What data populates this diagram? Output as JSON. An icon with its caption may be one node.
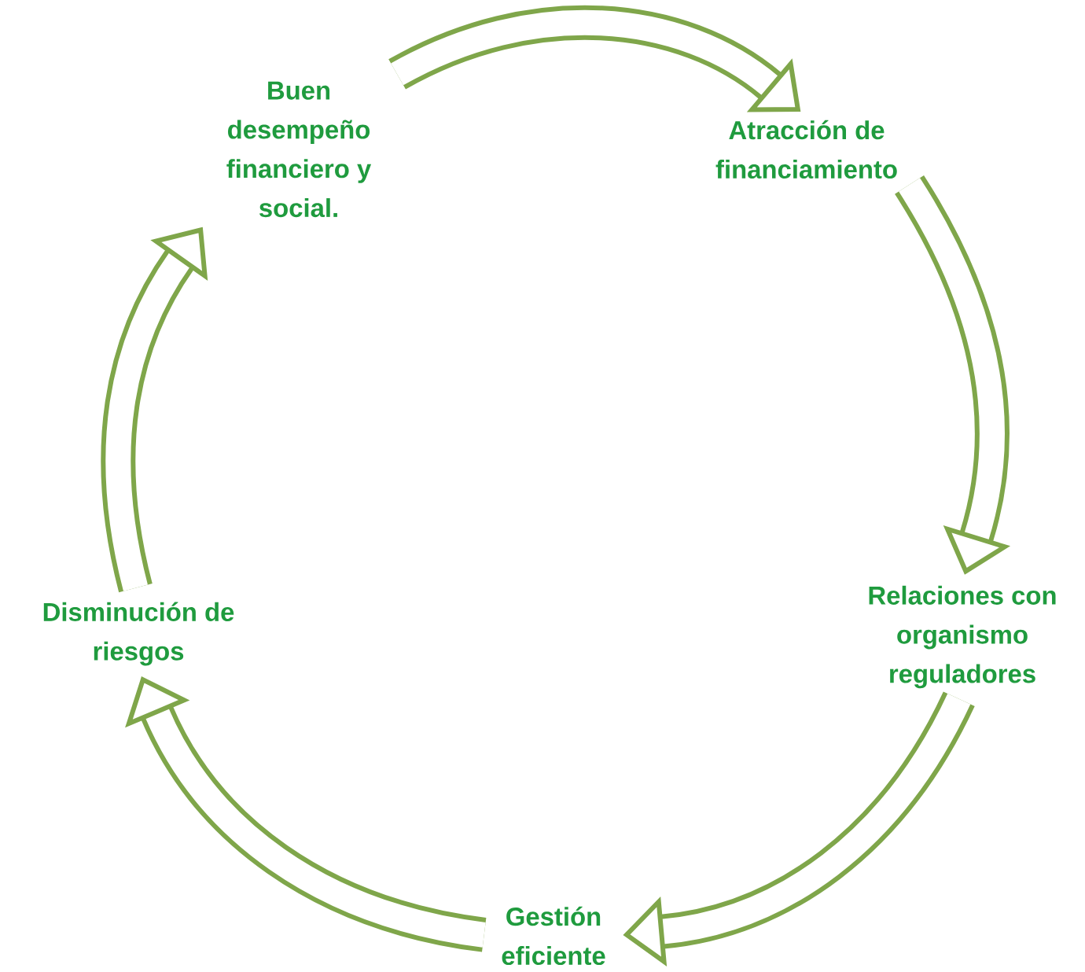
{
  "diagram": {
    "nodes": [
      {
        "text": [
          "Buen desempeño financiero y social."
        ]
      },
      {
        "text": [
          "Atracción de financiamiento"
        ]
      },
      {
        "text": [
          "Relaciones con organismo reguladores"
        ]
      },
      {
        "text": [
          "Gestión eficiente"
        ]
      },
      {
        "text": [
          "Disminución de riesgos"
        ]
      }
    ],
    "edges": [
      {
        "from": 0,
        "to": 1,
        "arrow": "to"
      },
      {
        "from": 1,
        "to": 2,
        "arrow": "to"
      },
      {
        "from": 2,
        "to": 3,
        "arrow": "to"
      },
      {
        "from": 3,
        "to": 4,
        "arrow": "to"
      },
      {
        "from": 4,
        "to": 0,
        "arrow": "to"
      }
    ]
  }
}
